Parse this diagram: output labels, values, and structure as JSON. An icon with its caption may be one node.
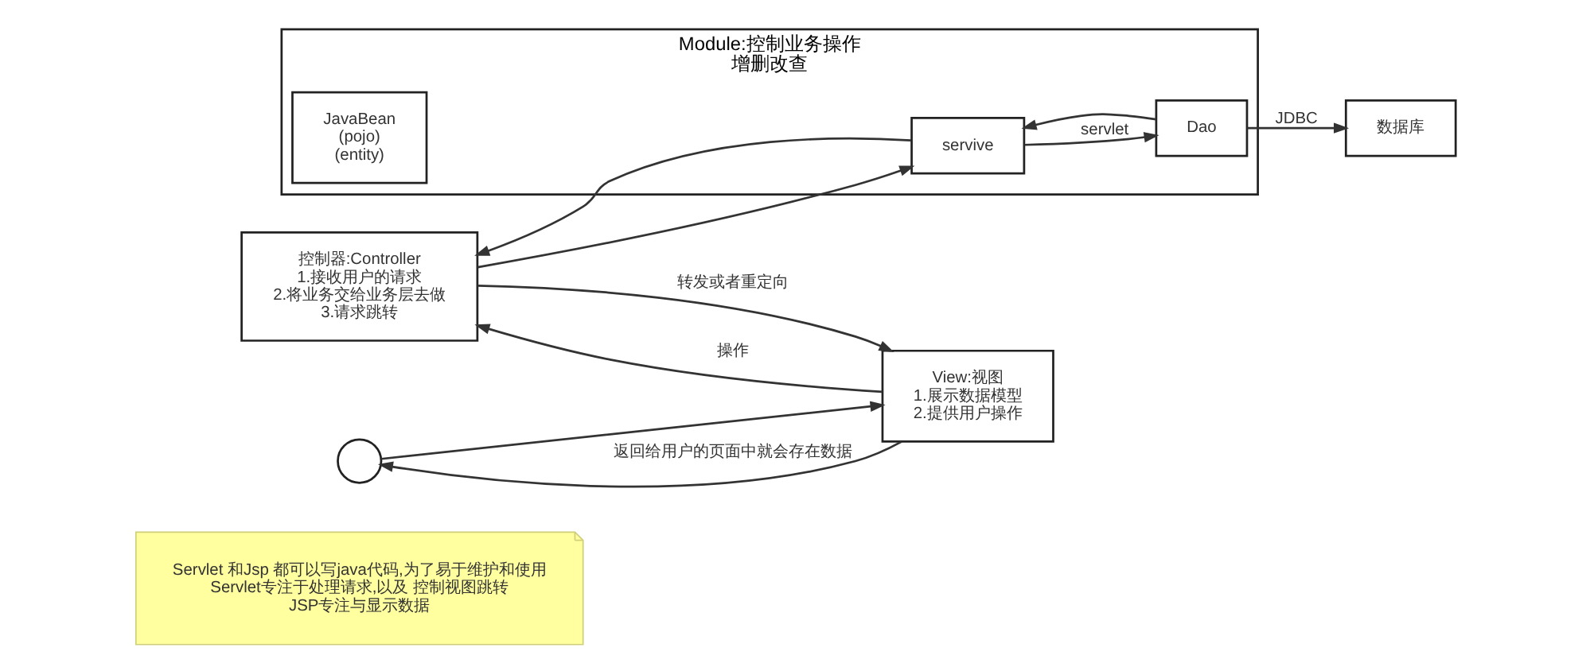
{
  "diagram": {
    "nodes": [
      {
        "text": [
          "Servlet 和Jsp 都可以写java代码,为了易于维护和使用",
          "Servlet专注于处理请求,以及 控制视图跳转",
          "JSP专注与显示数据"
        ]
      },
      {
        "text": [
          "控制器:Controller",
          "1.接收用户的请求",
          "2.将业务交给业务层去做",
          "3.请求跳转"
        ]
      },
      {
        "text": [
          "Module:控制业务操作",
          "增删改查"
        ]
      },
      {
        "text": [
          "servive"
        ],
        "in": 2
      },
      {
        "text": [
          "Dao"
        ],
        "in": 2
      },
      {
        "text": [
          "JavaBean",
          "(pojo)",
          "(entity)"
        ],
        "in": 2
      },
      {
        "text": [
          "数据库"
        ]
      },
      {
        "text": [],
        "shape": "person"
      },
      {
        "text": [
          "View:视图",
          "1.展示数据模型",
          "2.提供用户操作"
        ]
      }
    ],
    "edges": [
      {
        "from": 7,
        "to": 8,
        "arrow": "to"
      },
      {
        "from": 8,
        "to": 1,
        "arrow": "to",
        "label": "操作"
      },
      {
        "from": 1,
        "to": 8,
        "arrow": "to",
        "label": "转发或者重定向"
      },
      {
        "from": 1,
        "to": 3,
        "arrow": "to"
      },
      {
        "from": 3,
        "to": 1,
        "arrow": "to"
      },
      {
        "from": 3,
        "to": 4,
        "arrow": "to",
        "label": "servlet"
      },
      {
        "from": 4,
        "to": 3,
        "arrow": "to"
      },
      {
        "from": 4,
        "to": 6,
        "arrow": "to",
        "label": "JDBC"
      },
      {
        "from": 8,
        "to": 7,
        "arrow": "to",
        "label": "返回给用户的页面中就会存在数据"
      }
    ]
  }
}
